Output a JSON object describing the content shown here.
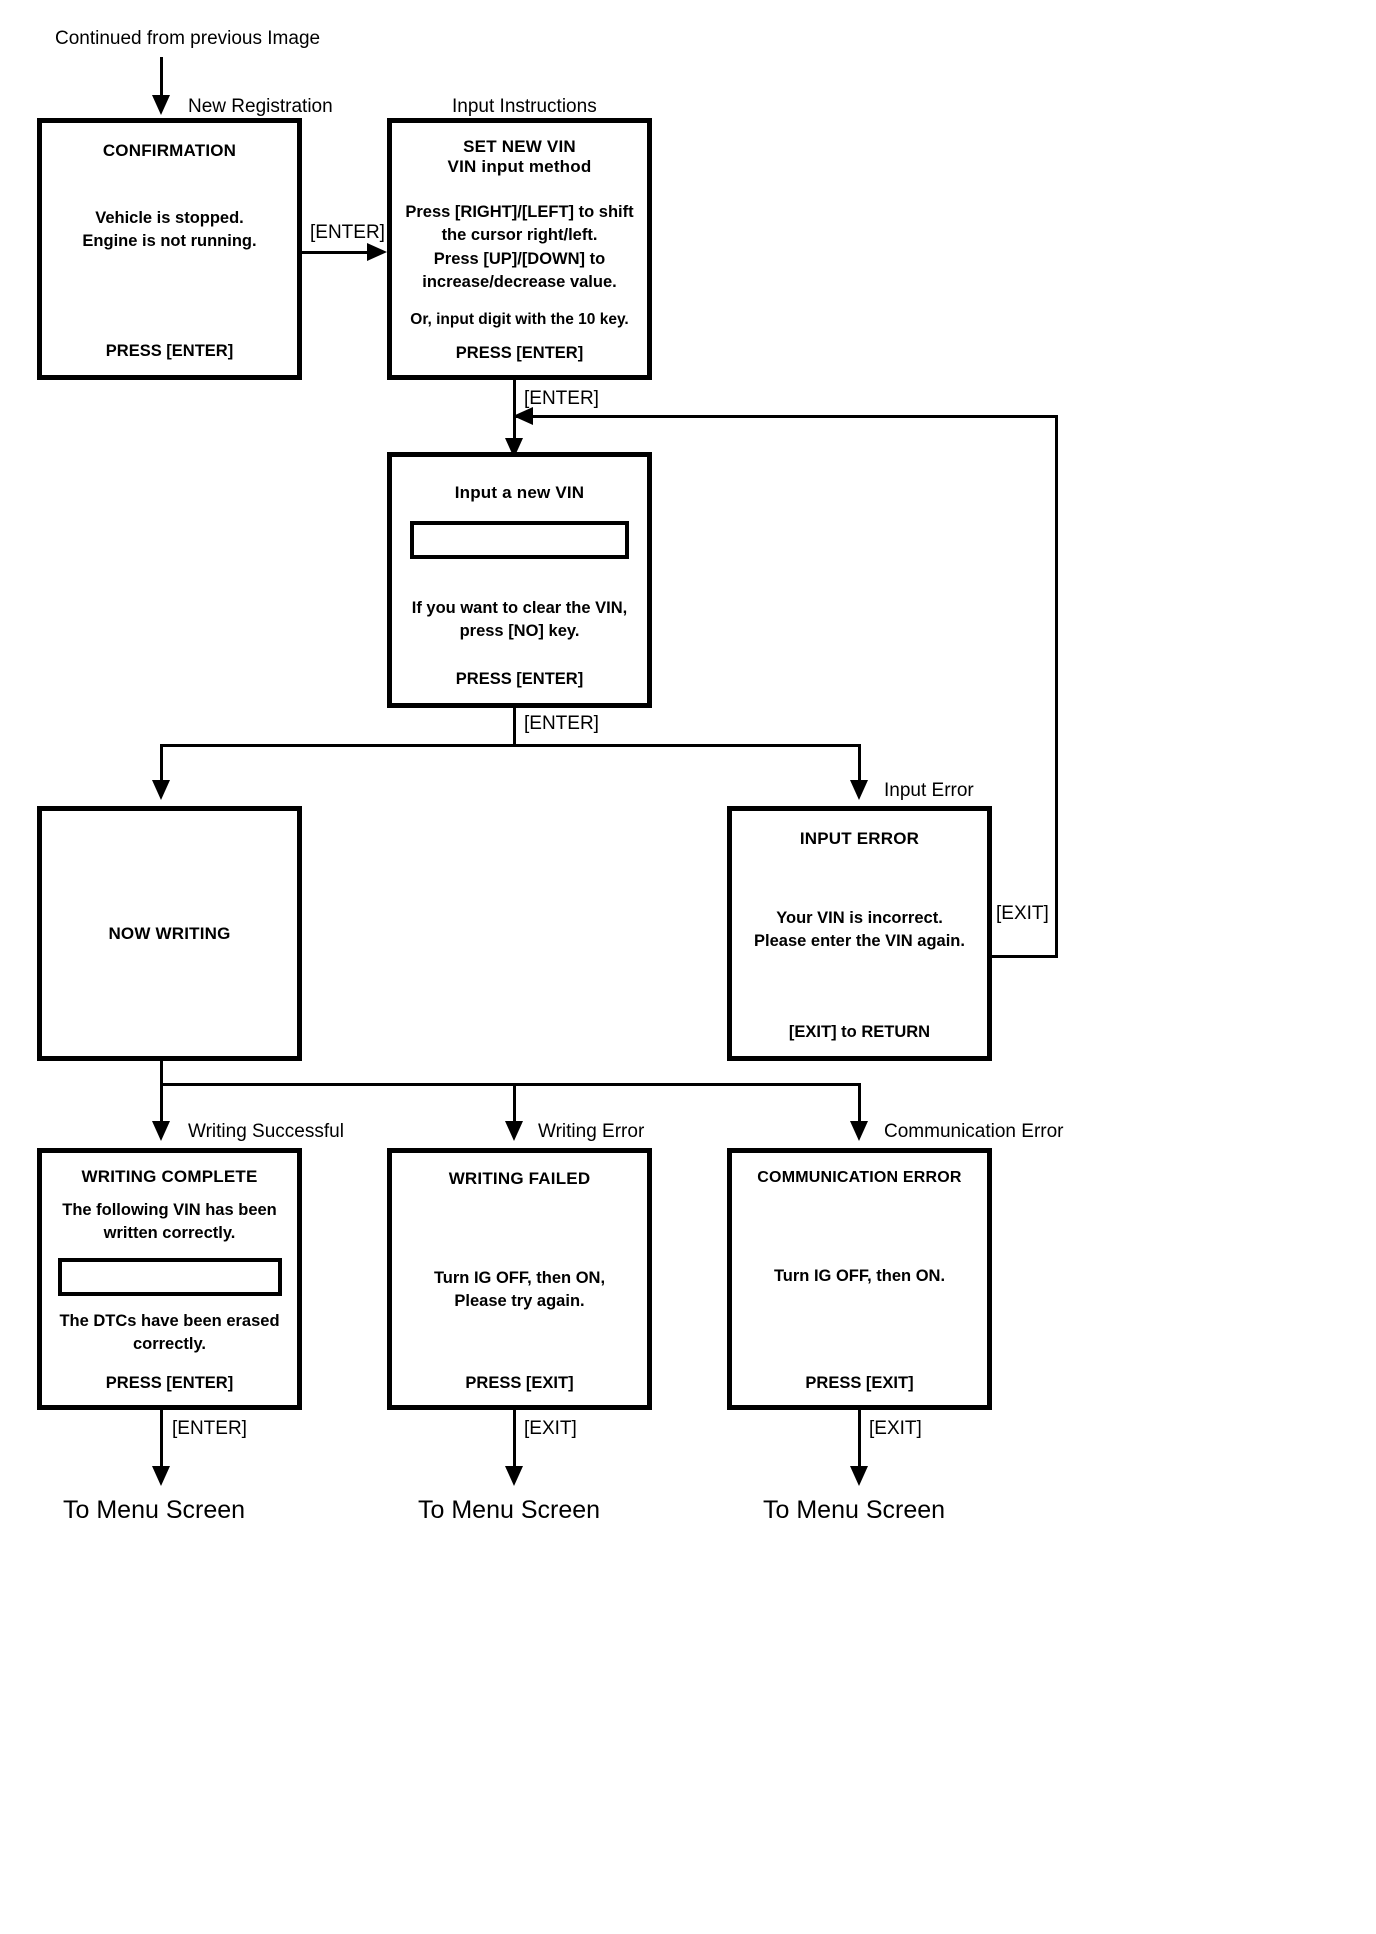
{
  "diagram": {
    "title_note": "Continued from previous Image",
    "captions": {
      "new_registration": "New Registration",
      "input_instructions": "Input Instructions",
      "input_error": "Input Error",
      "writing_successful": "Writing Successful",
      "writing_error": "Writing Error",
      "communication_error": "Communication Error"
    },
    "edge_labels": {
      "enter_1": "[ENTER]",
      "enter_2": "[ENTER]",
      "enter_3": "[ENTER]",
      "exit_loop": "[EXIT]",
      "enter_complete": "[ENTER]",
      "exit_failed": "[EXIT]",
      "exit_comm": "[EXIT]"
    },
    "terminals": {
      "menu_1": "To Menu Screen",
      "menu_2": "To Menu Screen",
      "menu_3": "To Menu Screen"
    },
    "boxes": {
      "confirmation": {
        "title": "CONFIRMATION",
        "line1": "Vehicle is stopped.",
        "line2": "Engine is not running.",
        "footer": "PRESS [ENTER]"
      },
      "set_new_vin": {
        "title1": "SET NEW VIN",
        "title2": "VIN input method",
        "line1": "Press [RIGHT]/[LEFT] to shift",
        "line2": "the cursor right/left.",
        "line3": "Press [UP]/[DOWN] to",
        "line4": "increase/decrease value.",
        "line5": "Or, input digit with the 10 key.",
        "footer": "PRESS [ENTER]"
      },
      "input_vin": {
        "title": "Input a new VIN",
        "field_value": "",
        "line1": "If you want to clear the VIN,",
        "line2": "press [NO] key.",
        "footer": "PRESS [ENTER]"
      },
      "now_writing": {
        "title": "NOW WRITING"
      },
      "input_error": {
        "title": "INPUT ERROR",
        "line1": "Your VIN is incorrect.",
        "line2": "Please enter the VIN again.",
        "footer": "[EXIT] to RETURN"
      },
      "writing_complete": {
        "title": "WRITING COMPLETE",
        "line1": "The following VIN has been",
        "line2": "written correctly.",
        "field_value": "",
        "line3": "The DTCs have been erased",
        "line4": "correctly.",
        "footer": "PRESS [ENTER]"
      },
      "writing_failed": {
        "title": "WRITING FAILED",
        "line1": "Turn IG OFF, then ON,",
        "line2": "Please try again.",
        "footer": "PRESS [EXIT]"
      },
      "communication_error": {
        "title": "COMMUNICATION ERROR",
        "line1": "Turn IG OFF, then ON.",
        "footer": "PRESS [EXIT]"
      }
    }
  }
}
